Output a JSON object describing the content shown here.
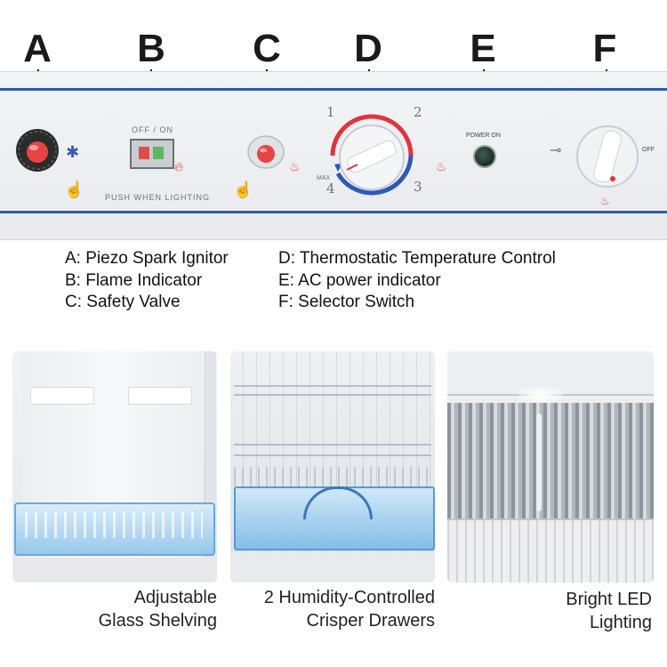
{
  "control_letters": [
    "A",
    "B",
    "C",
    "D",
    "E",
    "F"
  ],
  "panel": {
    "off_on_label": "OFF / ON",
    "push_label": "PUSH  WHEN  LIGHTING",
    "power_on_label": "POWER ON",
    "off_label": "OFF",
    "dial_marks": {
      "one": "1",
      "two": "2",
      "three": "3",
      "four": "4",
      "max": "MAX"
    }
  },
  "legend": {
    "left": [
      "A: Piezo Spark Ignitor",
      "B: Flame Indicator",
      "C: Safety Valve"
    ],
    "right": [
      "D: Thermostatic Temperature Control",
      "E: AC power indicator",
      "F: Selector Switch"
    ]
  },
  "features": [
    {
      "line1": "Adjustable",
      "line2": "Glass Shelving"
    },
    {
      "line1": "2 Humidity-Controlled",
      "line2": "Crisper Drawers"
    },
    {
      "line1": "Bright LED",
      "line2": "Lighting"
    }
  ],
  "colors": {
    "accent_blue": "#2e59b5",
    "dial_red": "#e0343c",
    "button_red": "#e84444"
  }
}
